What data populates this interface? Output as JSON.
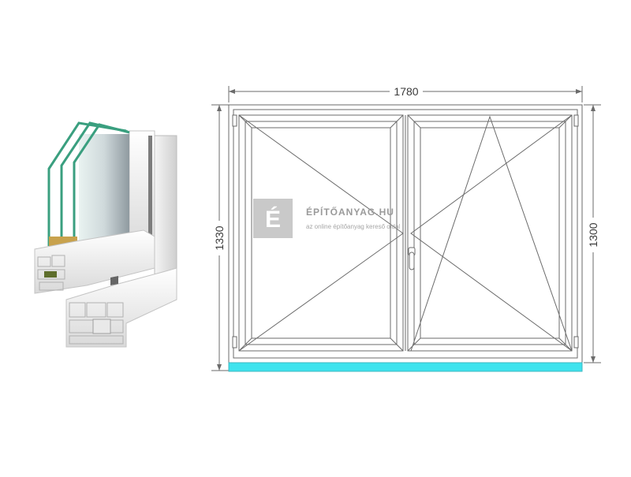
{
  "dimensions": {
    "width": "1780",
    "height_left": "1330",
    "height_right": "1300"
  },
  "watermark": {
    "logo_letter": "É",
    "brand": "ÉPÍTŐANYAG.HU",
    "tagline": "az online építőanyag kereső oldal"
  },
  "colors": {
    "frame_stroke": "#6b6b6b",
    "sill": "#3fe3ee",
    "logo_bg": "#c9c9c9",
    "watermark_text": "#9a9a9a",
    "glass": "#3a9f7f",
    "profile": "#eeeeee"
  }
}
